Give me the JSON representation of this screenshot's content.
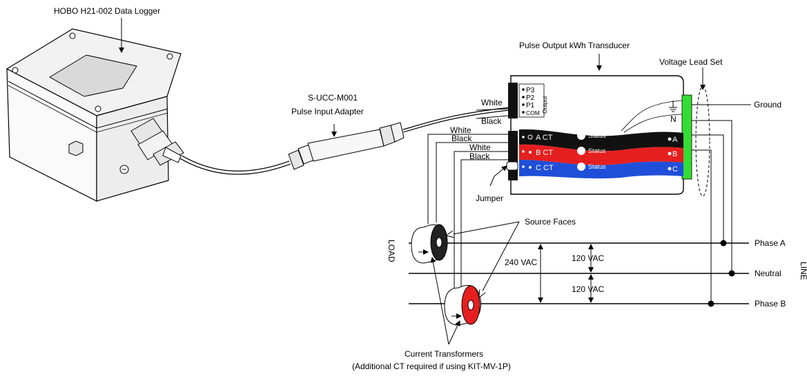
{
  "labels": {
    "logger": "HOBO H21-002 Data Logger",
    "adapter_line1": "S-UCC-M001",
    "adapter_line2": "Pulse Input Adapter",
    "transducer": "Pulse Output kWh Transducer",
    "voltage_lead_set": "Voltage Lead Set",
    "ground": "Ground",
    "jumper": "Jumper",
    "source_faces": "Source Faces",
    "load": "LOAD",
    "line": "LINE",
    "phase_a": "Phase A",
    "neutral": "Neutral",
    "phase_b": "Phase B",
    "vac_240": "240 VAC",
    "vac_120_top": "120 VAC",
    "vac_120_bottom": "120 VAC",
    "ct_line1": "Current Transformers",
    "ct_line2": "(Additional CT required if using KIT-MV-1P)"
  },
  "output_terminals": [
    "P3",
    "P2",
    "P1",
    "COM"
  ],
  "output_label": "Output",
  "wires": {
    "white_top": "White",
    "black_top": "Black",
    "white_a": "White",
    "black_a": "Black",
    "white_b": "White",
    "black_b": "Black"
  },
  "bands": [
    {
      "ct": "A CT",
      "status": "Status",
      "term": "A",
      "color": "#111111"
    },
    {
      "ct": "B CT",
      "status": "Status",
      "term": "B",
      "color": "#e51f1f"
    },
    {
      "ct": "C CT",
      "status": "Status",
      "term": "C",
      "color": "#1f4fd8"
    }
  ],
  "neutral_terminal": "N",
  "colors": {
    "terminal_green": "#33dd33",
    "ct_red": "#e51f1f",
    "ct_black": "#111111"
  }
}
